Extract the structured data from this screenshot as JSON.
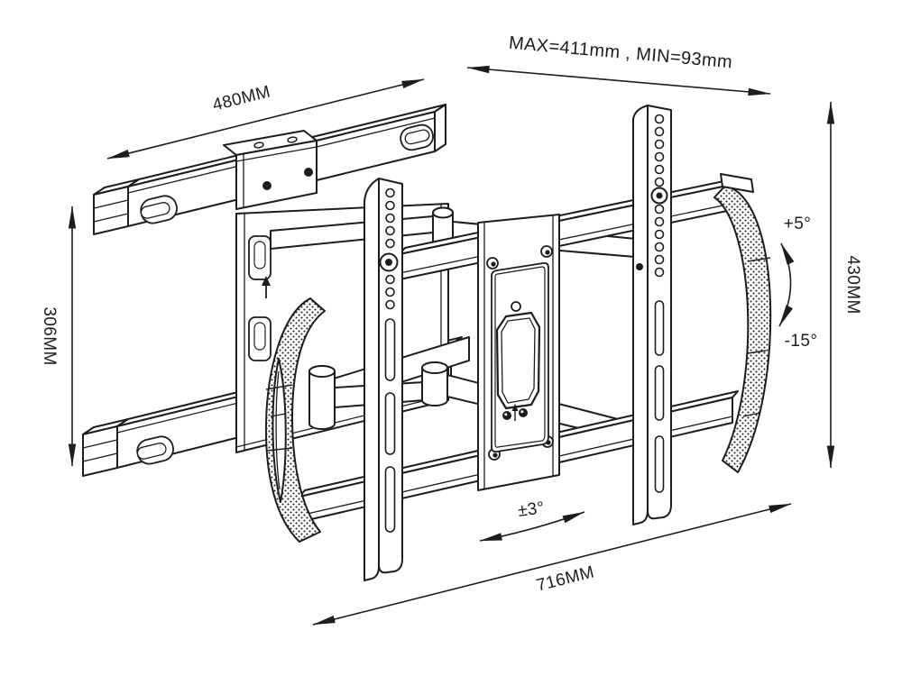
{
  "page": {
    "background": "#ffffff"
  },
  "drawing": {
    "line_color": "#1d1d1d",
    "annotations": {
      "wall_rail_width": "480MM",
      "extension_range": "MAX=411mm , MIN=93mm",
      "wall_plate_height": "306MM",
      "bracket_height": "430MM",
      "tilt_up": "+5°",
      "tilt_down": "-15°",
      "level_adjust": "±3°",
      "bracket_width": "716MM"
    }
  }
}
